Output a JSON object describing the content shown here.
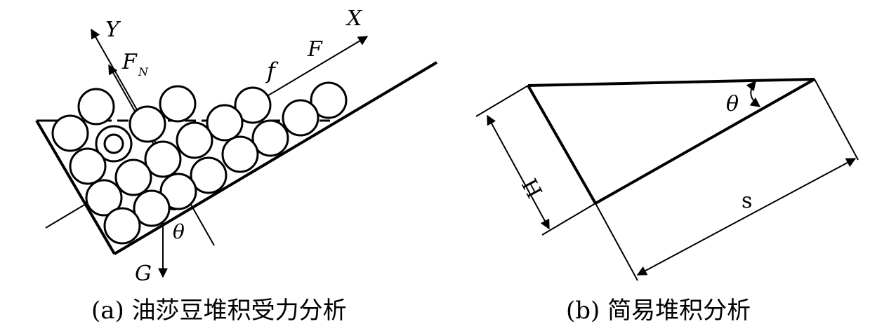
{
  "panel_a": {
    "axis_y_label": "Y",
    "axis_x_label": "X",
    "normal_force_label": "F",
    "normal_force_subscript": "N",
    "friction_label": "f",
    "force_label": "F",
    "angle_label": "θ",
    "gravity_label": "G",
    "caption": "(a) 油莎豆堆积受力分析"
  },
  "panel_b": {
    "angle_label": "θ",
    "height_label": "H",
    "slope_length_label": "s",
    "caption": "(b) 简易堆积分析"
  }
}
